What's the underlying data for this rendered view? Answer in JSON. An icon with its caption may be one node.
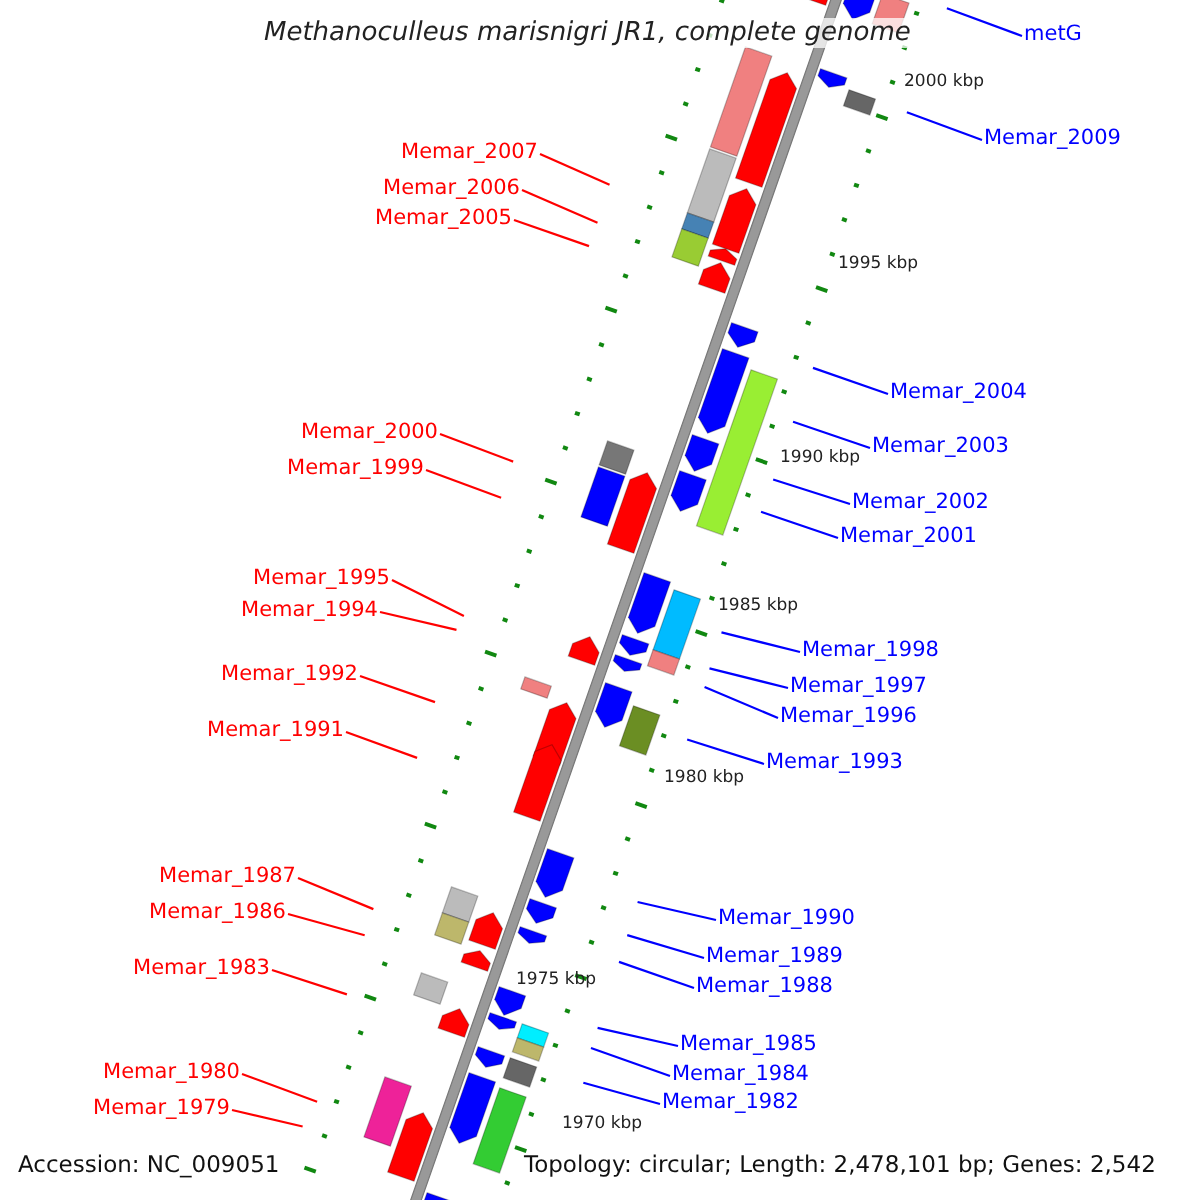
{
  "diagram": {
    "title": "Methanoculleus marisnigri JR1, complete genome",
    "nodes": [
      {
        "text": [
          "metG"
        ]
      },
      {
        "text": [
          "Memar_2009"
        ]
      },
      {
        "text": [
          "Memar_2007"
        ]
      },
      {
        "text": [
          "Memar_2006"
        ]
      },
      {
        "text": [
          "Memar_2005"
        ]
      },
      {
        "text": [
          "Memar_2004"
        ]
      },
      {
        "text": [
          "Memar_2003"
        ]
      },
      {
        "text": [
          "Memar_2002"
        ]
      },
      {
        "text": [
          "Memar_2001"
        ]
      },
      {
        "text": [
          "Memar_2000"
        ]
      },
      {
        "text": [
          "Memar_1999"
        ]
      },
      {
        "text": [
          "Memar_1998"
        ]
      },
      {
        "text": [
          "Memar_1997"
        ]
      },
      {
        "text": [
          "Memar_1996"
        ]
      },
      {
        "text": [
          "Memar_1995"
        ]
      },
      {
        "text": [
          "Memar_1994"
        ]
      },
      {
        "text": [
          "Memar_1993"
        ]
      },
      {
        "text": [
          "Memar_1992"
        ]
      },
      {
        "text": [
          "Memar_1991"
        ]
      },
      {
        "text": [
          "Memar_1990"
        ]
      },
      {
        "text": [
          "Memar_1989"
        ]
      },
      {
        "text": [
          "Memar_1988"
        ]
      },
      {
        "text": [
          "Memar_1987"
        ]
      },
      {
        "text": [
          "Memar_1986"
        ]
      },
      {
        "text": [
          "Memar_1985"
        ]
      },
      {
        "text": [
          "Memar_1984"
        ]
      },
      {
        "text": [
          "Memar_1983"
        ]
      },
      {
        "text": [
          "Memar_1982"
        ]
      },
      {
        "text": [
          "Memar_1980"
        ]
      },
      {
        "text": [
          "Memar_1979"
        ]
      }
    ],
    "edges": [
      {
        "from": 0,
        "to": null,
        "arrow": "none"
      },
      {
        "from": 1,
        "to": null,
        "arrow": "none"
      },
      {
        "from": 2,
        "to": null,
        "arrow": "none",
        "color": "#ff0000"
      },
      {
        "from": 3,
        "to": null,
        "arrow": "none",
        "color": "#ff0000"
      },
      {
        "from": 4,
        "to": null,
        "arrow": "none",
        "color": "#ff0000"
      },
      {
        "from": 5,
        "to": null,
        "arrow": "none"
      },
      {
        "from": 6,
        "to": null,
        "arrow": "none"
      },
      {
        "from": 7,
        "to": null,
        "arrow": "none"
      },
      {
        "from": 8,
        "to": null,
        "arrow": "none"
      },
      {
        "from": 9,
        "to": null,
        "arrow": "none",
        "color": "#ff0000"
      },
      {
        "from": 10,
        "to": null,
        "arrow": "none",
        "color": "#ff0000"
      },
      {
        "from": 11,
        "to": null,
        "arrow": "none"
      },
      {
        "from": 12,
        "to": null,
        "arrow": "none"
      },
      {
        "from": 13,
        "to": null,
        "arrow": "none"
      },
      {
        "from": 14,
        "to": null,
        "arrow": "none",
        "color": "#ff0000"
      },
      {
        "from": 15,
        "to": null,
        "arrow": "none",
        "color": "#ff0000"
      },
      {
        "from": 16,
        "to": null,
        "arrow": "none"
      },
      {
        "from": 17,
        "to": null,
        "arrow": "none",
        "color": "#ff0000"
      },
      {
        "from": 18,
        "to": null,
        "arrow": "none",
        "color": "#ff0000"
      },
      {
        "from": 19,
        "to": null,
        "arrow": "none"
      },
      {
        "from": 20,
        "to": null,
        "arrow": "none"
      },
      {
        "from": 21,
        "to": null,
        "arrow": "none"
      },
      {
        "from": 22,
        "to": null,
        "arrow": "none",
        "color": "#ff0000"
      },
      {
        "from": 23,
        "to": null,
        "arrow": "none",
        "color": "#ff0000"
      },
      {
        "from": 24,
        "to": null,
        "arrow": "none"
      },
      {
        "from": 25,
        "to": null,
        "arrow": "none"
      },
      {
        "from": 26,
        "to": null,
        "arrow": "none",
        "color": "#ff0000"
      },
      {
        "from": 27,
        "to": null,
        "arrow": "none"
      },
      {
        "from": 28,
        "to": null,
        "arrow": "none",
        "color": "#ff0000"
      },
      {
        "from": 29,
        "to": null,
        "arrow": "none",
        "color": "#ff0000"
      }
    ],
    "labels": [
      "2000 kbp",
      "1995 kbp",
      "1990 kbp",
      "1985 kbp",
      "1980 kbp",
      "1975 kbp",
      "1970 kbp",
      "Accession: NC_009051",
      "Topology: circular; Length: 2,478,101 bp; Genes: 2,542"
    ]
  }
}
